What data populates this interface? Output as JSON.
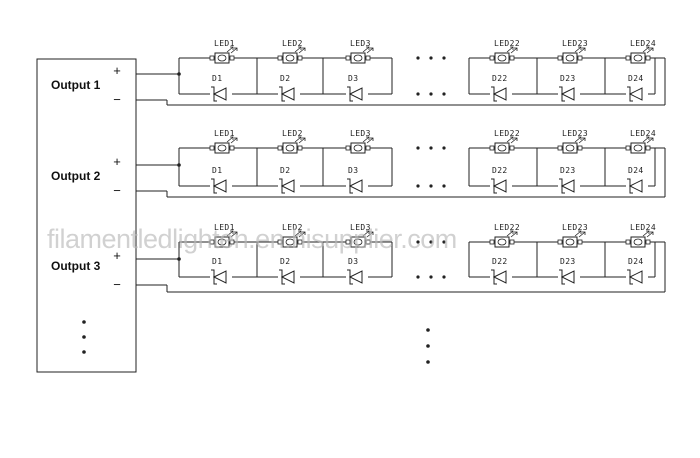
{
  "diagram": {
    "outputs": [
      {
        "label": "Output 1",
        "plus": "+",
        "minus": "−"
      },
      {
        "label": "Output 2",
        "plus": "+",
        "minus": "−"
      },
      {
        "label": "Output 3",
        "plus": "+",
        "minus": "−"
      }
    ],
    "led_labels": [
      "LED1",
      "LED2",
      "LED3",
      "LED22",
      "LED23",
      "LED24"
    ],
    "diode_labels": [
      "D1",
      "D2",
      "D3",
      "D22",
      "D23",
      "D24"
    ],
    "watermark": "filamentledlighten.en.hisupplier.com",
    "colors": {
      "wire": "#222222",
      "text": "#111111",
      "watermark": "#b9b9b9"
    }
  }
}
